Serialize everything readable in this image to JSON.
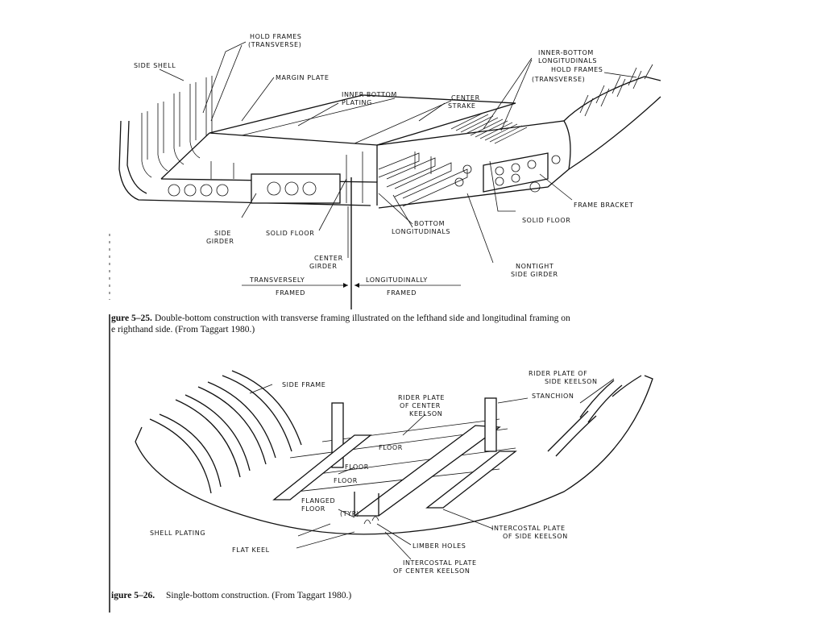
{
  "figure_a": {
    "labels": {
      "hold_frames": "HOLD FRAMES",
      "transverse": "(TRANSVERSE)",
      "side_shell": "SIDE SHELL",
      "margin_plate": "MARGIN PLATE",
      "inner_bottom_plating_1": "INNER-BOTTOM",
      "inner_bottom_plating_2": "PLATING",
      "center_strake_1": "CENTER",
      "center_strake_2": "STRAKE",
      "inner_bottom_long_1": "INNER-BOTTOM",
      "inner_bottom_long_2": "LONGITUDINALS",
      "hold_frames_r": "HOLD FRAMES",
      "transverse_r": "(TRANSVERSE)",
      "frame_bracket": "FRAME BRACKET",
      "solid_floor_r": "SOLID FLOOR",
      "side_girder_1": "SIDE",
      "side_girder_2": "GIRDER",
      "solid_floor_l": "SOLID FLOOR",
      "bottom_long_1": "BOTTOM",
      "bottom_long_2": "LONGITUDINALS",
      "center_girder_1": "CENTER",
      "center_girder_2": "GIRDER",
      "nontight_1": "NONTIGHT",
      "nontight_2": "SIDE GIRDER",
      "transversely": "TRANSVERSELY",
      "framed_l": "FRAMED",
      "longitudinally": "LONGITUDINALLY",
      "framed_r": "FRAMED"
    },
    "caption": {
      "number": "gure 5–25.",
      "line1": "Double-bottom construction with transverse framing illustrated on the lefthand side and longitudinal framing on",
      "line2": "e righthand side. (From Taggart 1980.)"
    }
  },
  "figure_b": {
    "labels": {
      "side_frame": "SIDE FRAME",
      "rider_plate_side_1": "RIDER PLATE OF",
      "rider_plate_side_2": "SIDE KEELSON",
      "rider_plate_center_1": "RIDER PLATE",
      "rider_plate_center_2": "OF CENTER",
      "rider_plate_center_3": "KEELSON",
      "stanchion": "STANCHION",
      "floor_1": "FLOOR",
      "floor_2": "FLOOR",
      "floor_3": "FLOOR",
      "flanged_1": "FLANGED",
      "flanged_2": "FLOOR",
      "typ": "(TYP)",
      "shell_plating": "SHELL PLATING",
      "intercostal_side_1": "INTERCOSTAL  PLATE",
      "intercostal_side_2": "OF SIDE KEELSON",
      "flat_keel": "FLAT KEEL",
      "limber_holes": "LIMBER HOLES",
      "intercostal_center_1": "INTERCOSTAL PLATE",
      "intercostal_center_2": "OF CENTER KEELSON"
    },
    "caption": {
      "number": "igure 5–26.",
      "line1": "Single-bottom construction. (From Taggart 1980.)"
    }
  }
}
